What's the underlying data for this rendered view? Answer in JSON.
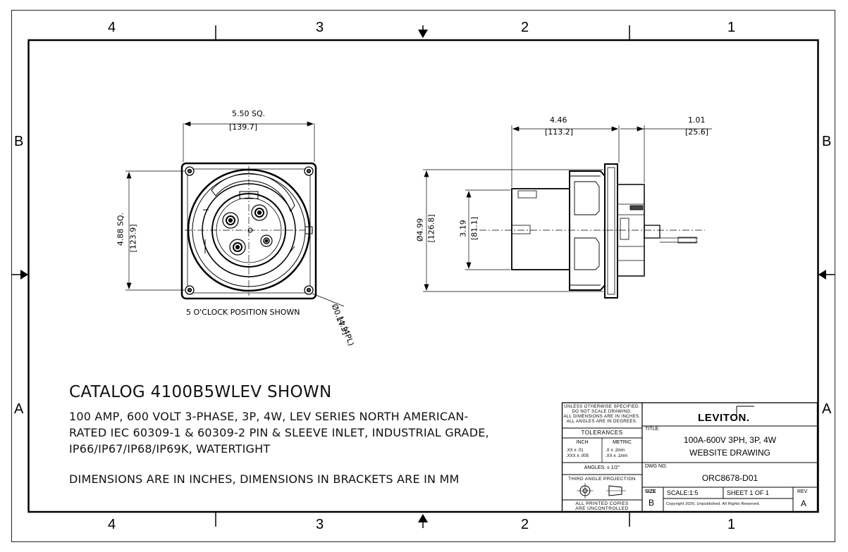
{
  "zones": {
    "top": [
      "4",
      "3",
      "2",
      "1"
    ],
    "bottom": [
      "4",
      "3",
      "2",
      "1"
    ],
    "left": [
      "B",
      "A"
    ],
    "right": [
      "B",
      "A"
    ]
  },
  "front_view": {
    "width_dim": "5.50  SQ.",
    "width_dim_mm": "[139.7]",
    "height_dim": "4.88  SQ.",
    "height_dim_mm": "[123.9]",
    "hole_dim": "Ø0.17",
    "hole_dim_mm": "[4.3]",
    "hole_count": "(4PL)",
    "position_note": "5 O'CLOCK POSITION SHOWN"
  },
  "side_view": {
    "length_dim": "4.46",
    "length_dim_mm": "[113.2]",
    "depth_dim": "1.01",
    "depth_dim_mm": "[25.6]",
    "dia_dim": "Ø4.99",
    "dia_dim_mm": "[126.8]",
    "body_dim": "3.19",
    "body_dim_mm": "[81.1]"
  },
  "notes": {
    "title": "CATALOG 4100B5WLEV SHOWN",
    "line1": "100 AMP, 600 VOLT 3-PHASE, 3P, 4W, LEV SERIES NORTH AMERICAN-",
    "line2": "RATED IEC 60309-1 & 60309-2 PIN & SLEEVE INLET, INDUSTRIAL GRADE,",
    "line3": "IP66/IP67/IP68/IP69K, WATERTIGHT",
    "units": "DIMENSIONS ARE IN INCHES, DIMENSIONS IN BRACKETS ARE IN MM"
  },
  "title_block": {
    "unless": "UNLESS OTHERWISE SPECIFIED:",
    "no_scale": "DO NOT SCALE DRAWING.",
    "all_dims": "ALL DIMENSIONS ARE IN INCHES.",
    "all_angles": "ALL ANGLES ARE IN DEGREES.",
    "tolerances": "TOLERANCES",
    "inch": "INCH",
    "metric": "METRIC",
    "inch_row1": ".XX  ±  .01",
    "inch_row2": ".XXX  ±  .005",
    "metric_row1": ".X   ±  .2mm",
    "metric_row2": ".XX  ±  .1mm",
    "angles": "ANGLES: ± 1/2°",
    "projection": "THIRD ANGLE PROJECTION",
    "printed1": "ALL PRINTED COPIES",
    "printed2": "ARE UNCONTROLLED",
    "logo": "LEVITON.",
    "title_label": "TITLE:",
    "title1": "100A-600V 3PH, 3P, 4W",
    "title2": "WEBSITE DRAWING",
    "dwg_label": "DWG NO.",
    "dwg_no": "ORC8678-D01",
    "size_label": "SIZE",
    "size": "B",
    "scale": "SCALE:1:5",
    "sheet": "SHEET 1 OF 1",
    "rev_label": "REV",
    "rev": "A",
    "copyright": "Copyright 2026, Unpublished. All Rights Reserved."
  }
}
